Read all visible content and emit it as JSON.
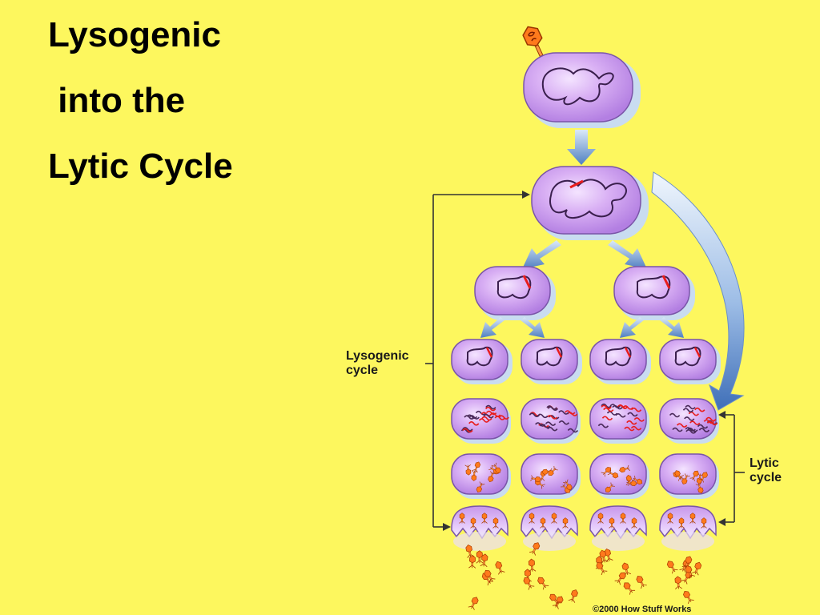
{
  "title": {
    "line1": "Lysogenic",
    "line2": " into the",
    "line3": "Lytic Cycle"
  },
  "diagram": {
    "lysogenic_label_line1": "Lysogenic",
    "lysogenic_label_line2": "cycle",
    "lytic_label_line1": "Lytic",
    "lytic_label_line2": "cycle",
    "copyright": "©2000 How Stuff Works"
  },
  "colors": {
    "background": "#fdf75e",
    "cell": "#c796ea",
    "cell_highlight": "#efdcff",
    "cell_shadow": "#c9dcf0",
    "arrow": "#4f7fc1",
    "prophage": "#e81d1d",
    "phage": "#ff7a1c"
  }
}
